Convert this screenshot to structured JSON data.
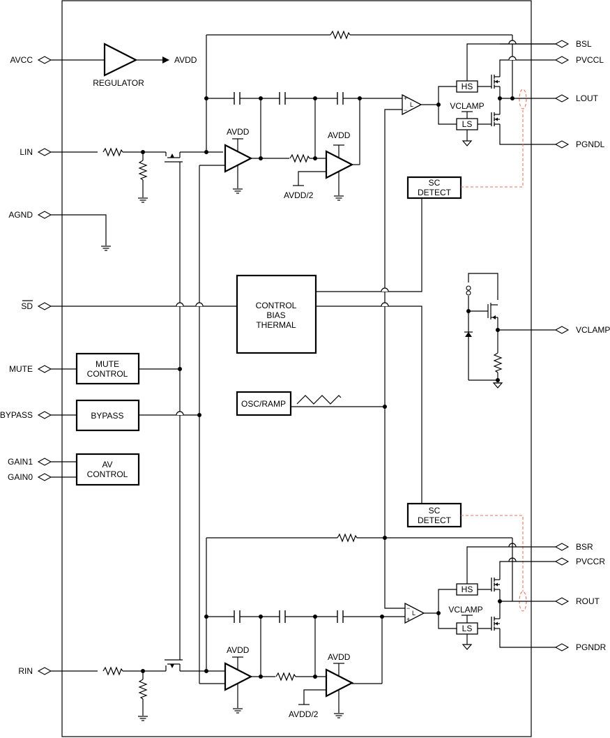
{
  "pins_left": {
    "avcc": "AVCC",
    "lin": "LIN",
    "agnd": "AGND",
    "sd": "SD",
    "mute": "MUTE",
    "bypass": "BYPASS",
    "gain1": "GAIN1",
    "gain0": "GAIN0",
    "rin": "RIN"
  },
  "pins_right": {
    "bsl": "BSL",
    "pvccl": "PVCCL",
    "lout": "LOUT",
    "pgndl": "PGNDL",
    "vclamp": "VCLAMP",
    "bsr": "BSR",
    "pvccr": "PVCCR",
    "rout": "ROUT",
    "pgndr": "PGNDR"
  },
  "blocks": {
    "regulator": "REGULATOR",
    "avdd_out": "AVDD",
    "mute_control": [
      "MUTE",
      "CONTROL"
    ],
    "bypass": "BYPASS",
    "av_control": [
      "AV",
      "CONTROL"
    ],
    "control_bias": [
      "CONTROL",
      "BIAS",
      "THERMAL"
    ],
    "osc_ramp": "OSC/RAMP",
    "sc_detect": [
      "SC",
      "DETECT"
    ],
    "hs": "HS",
    "ls": "LS",
    "vclamp": "VCLAMP"
  },
  "supply_labels": {
    "avdd": "AVDD",
    "avdd_half": "AVDD/2"
  },
  "amp_marks": {
    "plus": "+",
    "minus": "−",
    "l": "L"
  }
}
